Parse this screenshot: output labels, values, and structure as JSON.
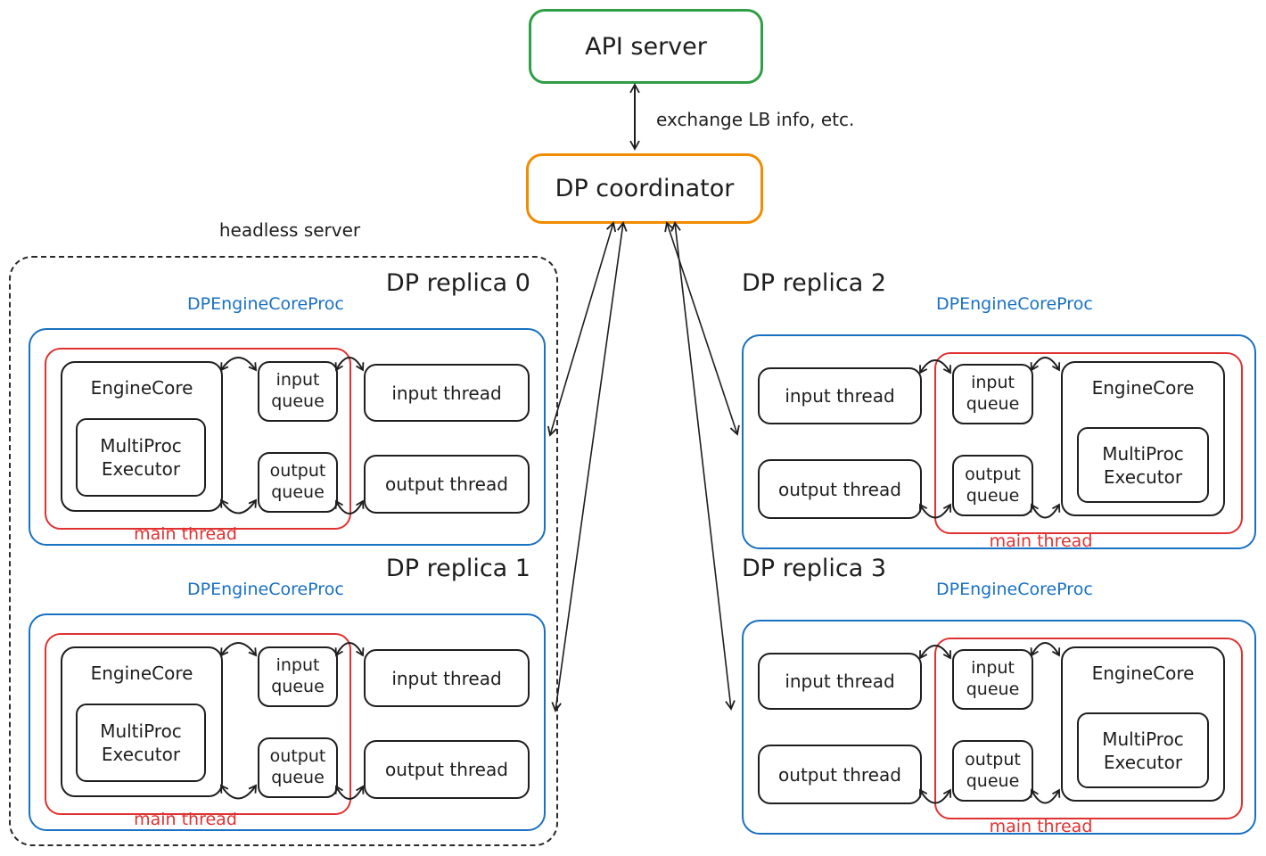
{
  "header": {
    "api_server_label": "API server",
    "dp_coordinator_label": "DP coordinator",
    "exchange_label": "exchange LB info, etc."
  },
  "headless_server_label": "headless server",
  "replicas": [
    {
      "title": "DP replica 0"
    },
    {
      "title": "DP replica 1"
    },
    {
      "title": "DP replica 2"
    },
    {
      "title": "DP replica 3"
    }
  ],
  "labels": {
    "proc": "DPEngineCoreProc",
    "engine_core": "EngineCore",
    "multiproc_l1": "MultiProc",
    "multiproc_l2": "Executor",
    "input_queue_l1": "input",
    "input_queue_l2": "queue",
    "output_queue_l1": "output",
    "output_queue_l2": "queue",
    "input_thread": "input thread",
    "output_thread": "output thread",
    "main_thread": "main thread"
  },
  "colors": {
    "green": "#2f9e44",
    "orange": "#f08c00",
    "blue": "#1971c2",
    "red": "#e03131",
    "ink": "#1e1e1e"
  }
}
